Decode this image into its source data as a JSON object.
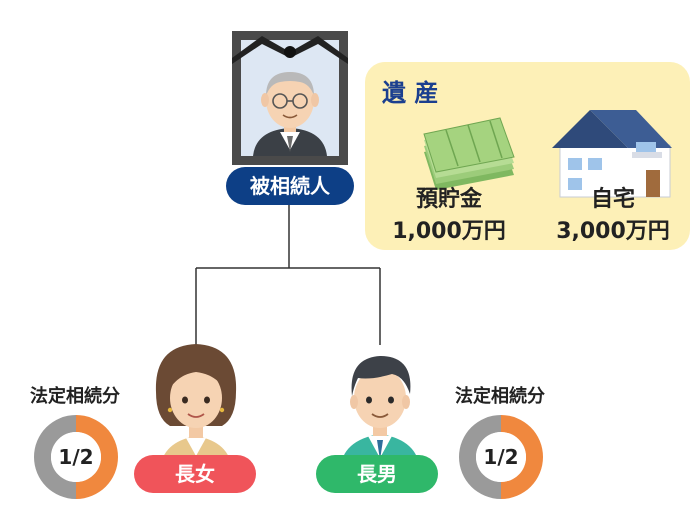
{
  "deceased": {
    "label": "被相続人"
  },
  "estate": {
    "title": "遺 産",
    "items": [
      {
        "name": "預貯金",
        "amount": "1,000万円",
        "icon": "banknotes-icon"
      },
      {
        "name": "自宅",
        "amount": "3,000万円",
        "icon": "house-icon"
      }
    ]
  },
  "heirs": [
    {
      "label": "長女",
      "share_label": "法定相続分",
      "share_text": "1/2",
      "share_value": 0.5,
      "pill_color": "#f0545a"
    },
    {
      "label": "長男",
      "share_label": "法定相続分",
      "share_text": "1/2",
      "share_value": 0.5,
      "pill_color": "#2fb86a"
    }
  ],
  "colors": {
    "deceased_pill": "#0d3f86",
    "estate_panel": "#fdf0b7",
    "estate_title": "#1b3f8f",
    "share_filled": "#f0883e",
    "share_remaining": "#9a9a9a"
  }
}
